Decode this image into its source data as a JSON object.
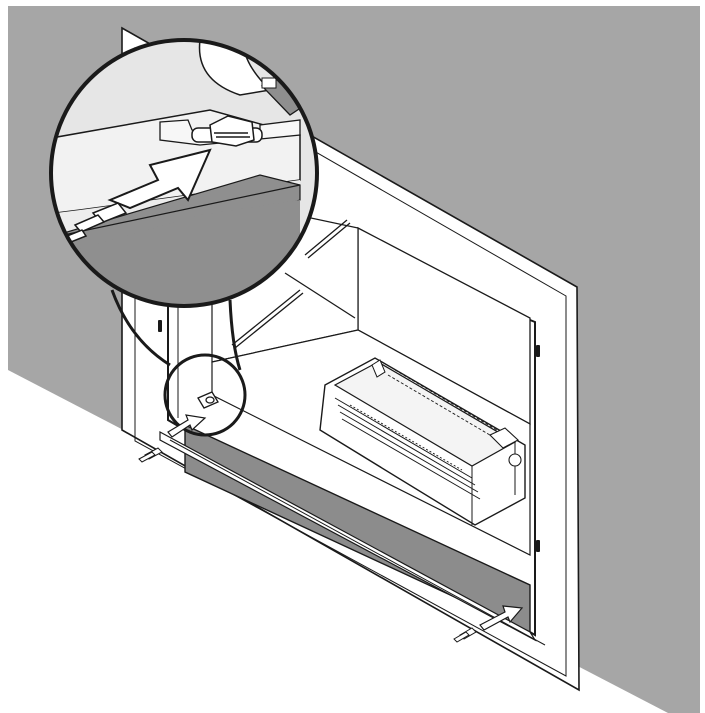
{
  "illustration": {
    "subject": "fireplace-insert-installation",
    "colors": {
      "wall": "#a6a6a6",
      "surround": "#ffffff",
      "firebox_interior": "#ffffff",
      "bottom_panel": "#8c8c8c",
      "line": "#1a1a1a",
      "detail_fill": "#ececec",
      "detail_shadow": "#8f8f8f",
      "arrow": "#ffffff"
    },
    "icons": [
      "zoom-detail-circle",
      "insertion-arrow",
      "clip-tab",
      "bracket-clip",
      "burner-assembly",
      "fireplace-frame"
    ]
  }
}
